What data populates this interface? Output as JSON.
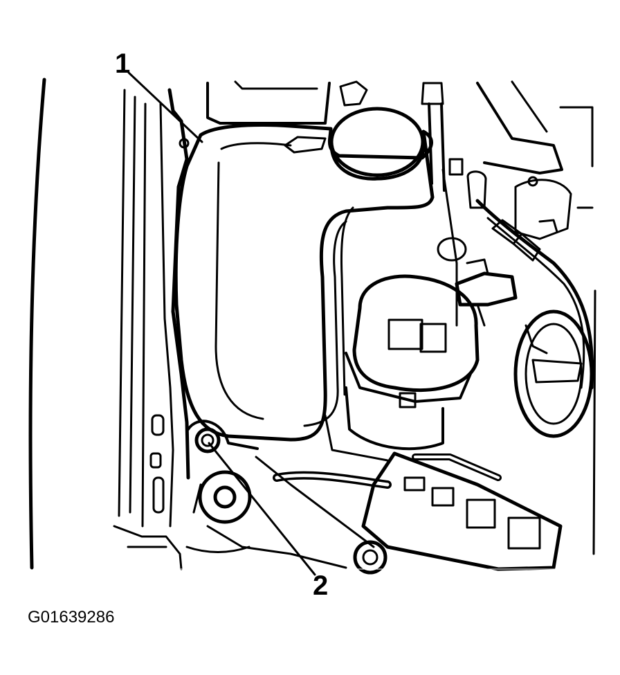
{
  "callouts": [
    {
      "label": "1"
    },
    {
      "label": "2"
    }
  ],
  "figure_id": "G01639286",
  "colors": {
    "line": "#000000",
    "background": "#ffffff"
  }
}
